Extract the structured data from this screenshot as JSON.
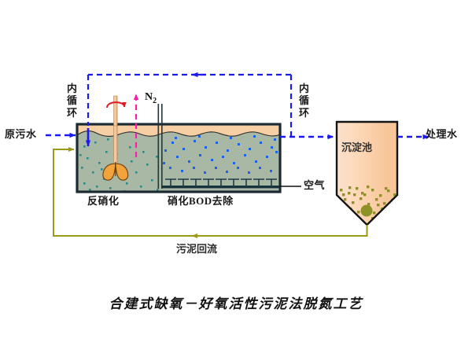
{
  "diagram": {
    "title": "合建式缺氧－好氧活性污泥法脱氮工艺",
    "labels": {
      "influent": "原污水",
      "effluent": "处理水",
      "nitrogen_gas": "N",
      "nitrogen_gas_sub": "2",
      "air": "空气",
      "internal_recycle_left": "内循环",
      "internal_recycle_right": "内循环",
      "denitrification_zone": "反硝化",
      "nitrification_zone": "硝化BOD去除",
      "clarifier": "沉淀池",
      "sludge_return": "污泥回流"
    },
    "colors": {
      "flow_blue": "#1a1af0",
      "nitrogen_magenta": "#ff1aa8",
      "sludge_olive": "#9a9a16",
      "mixer_orange": "#f2a33c",
      "rotation_red": "#e01b24",
      "tank_water": "#a9b8a4",
      "tank_freeboard": "#f7cfa4",
      "tank_wall": "#1c2b33",
      "clarifier_fill_light": "#fde3cc",
      "clarifier_fill_mid": "#f9c9a1",
      "sludge_particle": "#8d9126",
      "anoxic_dot": "#2a8c88",
      "aerobic_dot": "#1a63f0"
    }
  }
}
